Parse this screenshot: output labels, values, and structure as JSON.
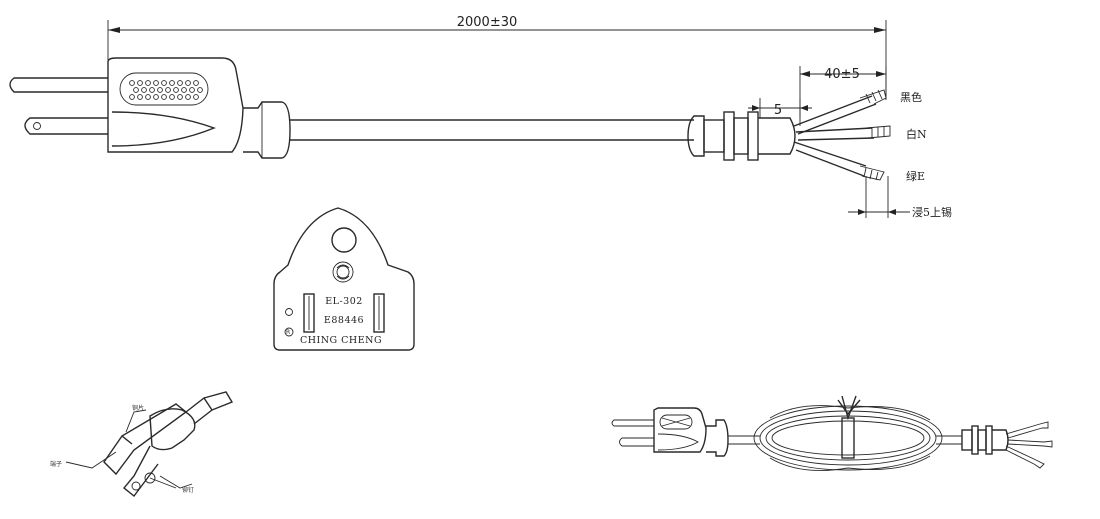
{
  "dimensions": {
    "overall_length": "2000±30",
    "strip_length": "40±5",
    "jacket_gap": "5"
  },
  "wire_labels": {
    "black": "黑色",
    "white": "白N",
    "green": "绿E",
    "tinned": "浸5上锡"
  },
  "plug_face": {
    "model": "EL-302",
    "standard": "E88446",
    "brand": "CHING CHENG"
  },
  "detail_labels": {
    "a": "端子",
    "b": "铜片",
    "c": "铆钉"
  }
}
